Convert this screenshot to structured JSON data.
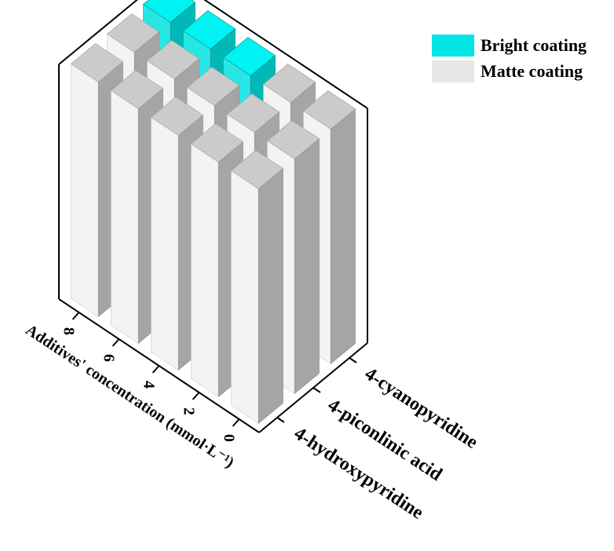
{
  "chart_data": {
    "type": "bar3d",
    "x_axis": {
      "label": "Additives' concentration (mmol·L⁻¹)",
      "ticks": [
        8,
        6,
        4,
        2,
        0
      ]
    },
    "y_axis": {
      "categories": [
        "4-hydroxypyridine",
        "4-piconlinic acid",
        "4-cyanopyridine"
      ]
    },
    "legend": {
      "placement": "top-right",
      "entries": [
        {
          "label": "Bright coating",
          "color": "#00e5e5"
        },
        {
          "label": "Matte coating",
          "color": "#e6e6e6"
        }
      ]
    },
    "bars": [
      {
        "x": 8,
        "category": "4-hydroxypyridine",
        "value": 1,
        "coating": "Matte coating"
      },
      {
        "x": 6,
        "category": "4-hydroxypyridine",
        "value": 1,
        "coating": "Matte coating"
      },
      {
        "x": 4,
        "category": "4-hydroxypyridine",
        "value": 1,
        "coating": "Matte coating"
      },
      {
        "x": 2,
        "category": "4-hydroxypyridine",
        "value": 1,
        "coating": "Matte coating"
      },
      {
        "x": 0,
        "category": "4-hydroxypyridine",
        "value": 1,
        "coating": "Matte coating"
      },
      {
        "x": 8,
        "category": "4-piconlinic acid",
        "value": 1,
        "coating": "Matte coating"
      },
      {
        "x": 6,
        "category": "4-piconlinic acid",
        "value": 1,
        "coating": "Matte coating"
      },
      {
        "x": 4,
        "category": "4-piconlinic acid",
        "value": 1,
        "coating": "Matte coating"
      },
      {
        "x": 2,
        "category": "4-piconlinic acid",
        "value": 1,
        "coating": "Matte coating"
      },
      {
        "x": 0,
        "category": "4-piconlinic acid",
        "value": 1,
        "coating": "Matte coating"
      },
      {
        "x": 8,
        "category": "4-cyanopyridine",
        "value": 1,
        "coating": "Bright coating"
      },
      {
        "x": 6,
        "category": "4-cyanopyridine",
        "value": 1,
        "coating": "Bright coating"
      },
      {
        "x": 4,
        "category": "4-cyanopyridine",
        "value": 1,
        "coating": "Bright coating"
      },
      {
        "x": 2,
        "category": "4-cyanopyridine",
        "value": 1,
        "coating": "Matte coating"
      },
      {
        "x": 0,
        "category": "4-cyanopyridine",
        "value": 1,
        "coating": "Matte coating"
      }
    ],
    "face_colors": {
      "matte_top": "#cbcbcb",
      "matte_left": "#f3f3f3",
      "matte_right": "#a5a5a5",
      "bright_top": "#00f2f2",
      "bright_left": "#28e6e6",
      "bright_right": "#00b8b8"
    }
  }
}
